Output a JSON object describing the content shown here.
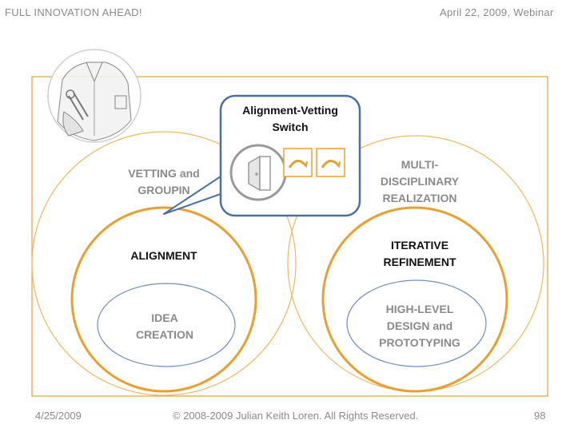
{
  "header": {
    "title": "FULL  INNOVATION  AHEAD!",
    "date_event": "April 22, 2009, Webinar"
  },
  "diagram": {
    "callout_line1": "Alignment-Vetting",
    "callout_line2": "Switch",
    "left_outer_line1": "VETTING and",
    "left_outer_line2": "GROUPIN",
    "left_middle": "ALIGNMENT",
    "left_inner_line1": "IDEA",
    "left_inner_line2": "CREATION",
    "right_outer_line1": "MULTI-",
    "right_outer_line2": "DISCIPLINARY",
    "right_outer_line3": "REALIZATION",
    "right_middle_line1": "ITERATIVE",
    "right_middle_line2": "REFINEMENT",
    "right_inner_line1": "HIGH-LEVEL",
    "right_inner_line2": "DESIGN and",
    "right_inner_line3": "PROTOTYPING"
  },
  "footer": {
    "date": "4/25/2009",
    "copyright": "© 2008-2009 Julian Keith Loren. All Rights Reserved.",
    "page_number": "98"
  },
  "colors": {
    "orange": "#e8a030",
    "orange_light": "#f0b860",
    "blue": "#4a6fa5",
    "blue_circle": "#6f8fc0",
    "text_grey": "#8a8a8a"
  }
}
